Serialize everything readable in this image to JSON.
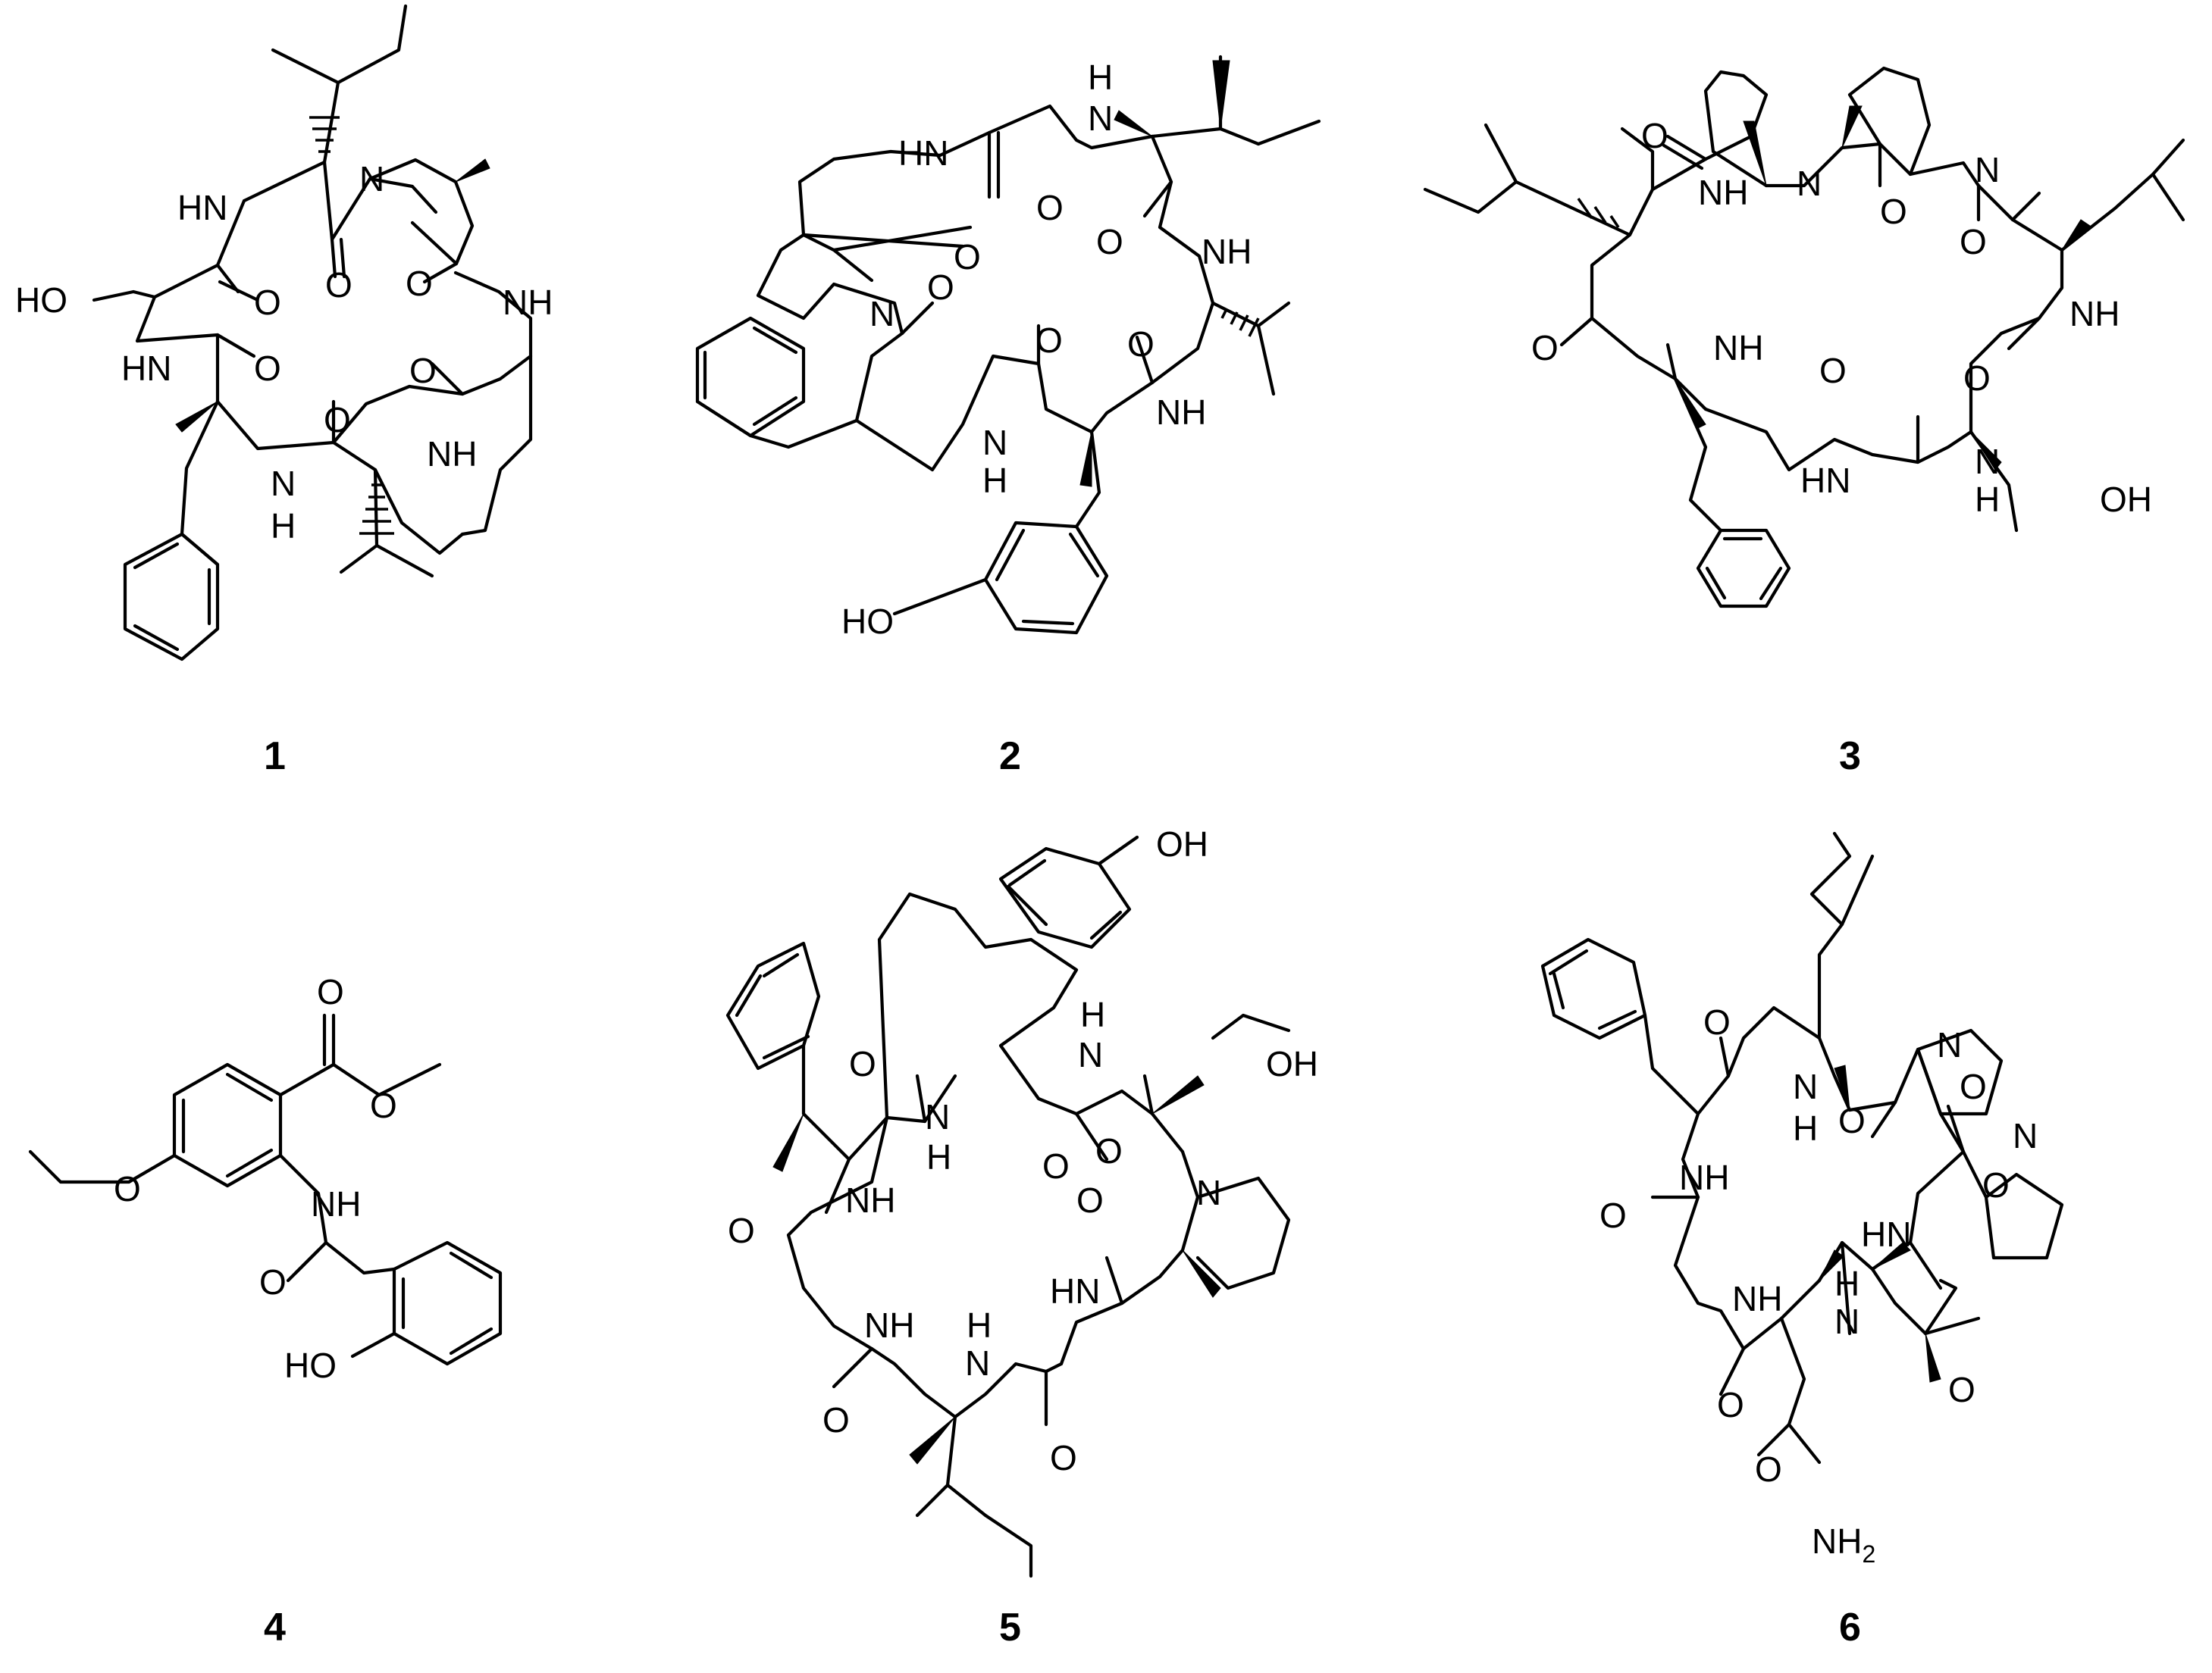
{
  "compounds": [
    {
      "label": "1",
      "atoms": [
        "HN",
        "N",
        "NH",
        "HO",
        "HN",
        "O",
        "O",
        "O",
        "O",
        "NH",
        "N",
        "H"
      ]
    },
    {
      "label": "2",
      "atoms": [
        "HN",
        "N",
        "H",
        "O",
        "O",
        "NH",
        "N",
        "O",
        "O",
        "NH",
        "N",
        "H",
        "HO"
      ]
    },
    {
      "label": "3",
      "atoms": [
        "O",
        "N",
        "O",
        "N",
        "NH",
        "O",
        "NH",
        "O",
        "NH",
        "O",
        "O",
        "HN",
        "N",
        "H",
        "OH"
      ]
    },
    {
      "label": "4",
      "atoms": [
        "O",
        "O",
        "O",
        "NH",
        "O",
        "HO"
      ]
    },
    {
      "label": "5",
      "atoms": [
        "OH",
        "O",
        "H",
        "N",
        "OH",
        "N",
        "H",
        "O",
        "O",
        "N",
        "O",
        "NH",
        "O",
        "HN",
        "NH",
        "N",
        "H",
        "O",
        "O"
      ]
    },
    {
      "label": "6",
      "atoms": [
        "O",
        "N",
        "O",
        "N",
        "H",
        "O",
        "N",
        "O",
        "NH",
        "HN",
        "O",
        "NH",
        "N",
        "H",
        "O",
        "O",
        "O",
        "NH2"
      ]
    }
  ],
  "colors": {
    "ink": "#000000",
    "background": "#ffffff"
  }
}
